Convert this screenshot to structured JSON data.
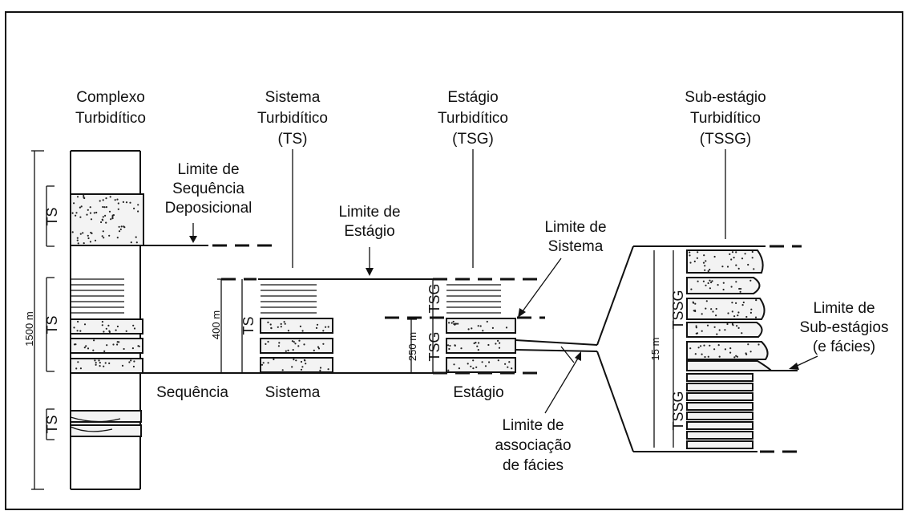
{
  "columns": {
    "complexo": [
      "Complexo",
      "Turbidítico"
    ],
    "sistema": [
      "Sistema",
      "Turbidítico",
      "(TS)"
    ],
    "estagio": [
      "Estágio",
      "Turbidítico",
      "(TSG)"
    ],
    "subestagio": [
      "Sub-estágio",
      "Turbidítico",
      "(TSSG)"
    ]
  },
  "limits": {
    "sequencia_deposicional": [
      "Limite de",
      "Sequência",
      "Deposicional"
    ],
    "estagio": [
      "Limite de",
      "Estágio"
    ],
    "sistema": [
      "Limite de",
      "Sistema"
    ],
    "sub_estagios": [
      "Limite de",
      "Sub-estágios",
      "(e fácies)"
    ],
    "associacao": [
      "Limite de",
      "associação",
      "de fácies"
    ]
  },
  "bottom_labels": {
    "sequencia": "Sequência",
    "sistema": "Sistema",
    "estagio": "Estágio"
  },
  "unit_labels": {
    "ts": "TS",
    "tsg": "TSG",
    "tssg": "TSSG"
  },
  "scales": {
    "complexo": "1500 m",
    "sistema": "400 m",
    "estagio": "250 m",
    "subestagio": "15 m"
  }
}
